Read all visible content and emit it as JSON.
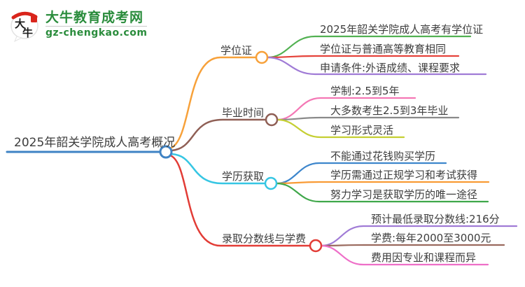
{
  "logo": {
    "site_name": "大牛教育成考网",
    "site_domain": "gz-chengkao.com",
    "icon_char_top": "大",
    "icon_char_bottom": "牛",
    "brand_green": "#2a8c3c",
    "brand_red": "#d9251c"
  },
  "mindmap": {
    "text_color": "#3d3d3d",
    "root": {
      "label": "2025年韶关学院成人高考概况",
      "color": "#3f83c4"
    },
    "branches": [
      {
        "label": "学位证",
        "color": "#f7a13a",
        "children": [
          {
            "label": "2025年韶关学院成人高考有学位证",
            "color": "#52b152"
          },
          {
            "label": "学位证与普通高等教育相同",
            "color": "#e5433b"
          },
          {
            "label": "申请条件:外语成绩、课程要求",
            "color": "#a07bd6"
          }
        ]
      },
      {
        "label": "毕业时间",
        "color": "#8f5f55",
        "children": [
          {
            "label": "学制:2.5到5年",
            "color": "#f478b5"
          },
          {
            "label": "大多数考生2.5到3年毕业",
            "color": "#8a8a8a"
          },
          {
            "label": "学习形式灵活",
            "color": "#c5cf32"
          }
        ]
      },
      {
        "label": "学历获取",
        "color": "#36c6e3",
        "children": [
          {
            "label": "不能通过花钱购买学历",
            "color": "#3d86cc"
          },
          {
            "label": "学历需通过正规学习和考试获得",
            "color": "#f99b35"
          },
          {
            "label": "努力学习是获取学历的唯一途径",
            "color": "#3fa74a"
          }
        ]
      },
      {
        "label": "录取分数线与学费",
        "color": "#e23c36",
        "children": [
          {
            "label": "预计最低录取分数线:216分",
            "color": "#a07bd6"
          },
          {
            "label": "学费:每年2000至3000元",
            "color": "#9a6a5e"
          },
          {
            "label": "费用因专业和课程而异",
            "color": "#ee6fc8"
          }
        ]
      }
    ]
  }
}
